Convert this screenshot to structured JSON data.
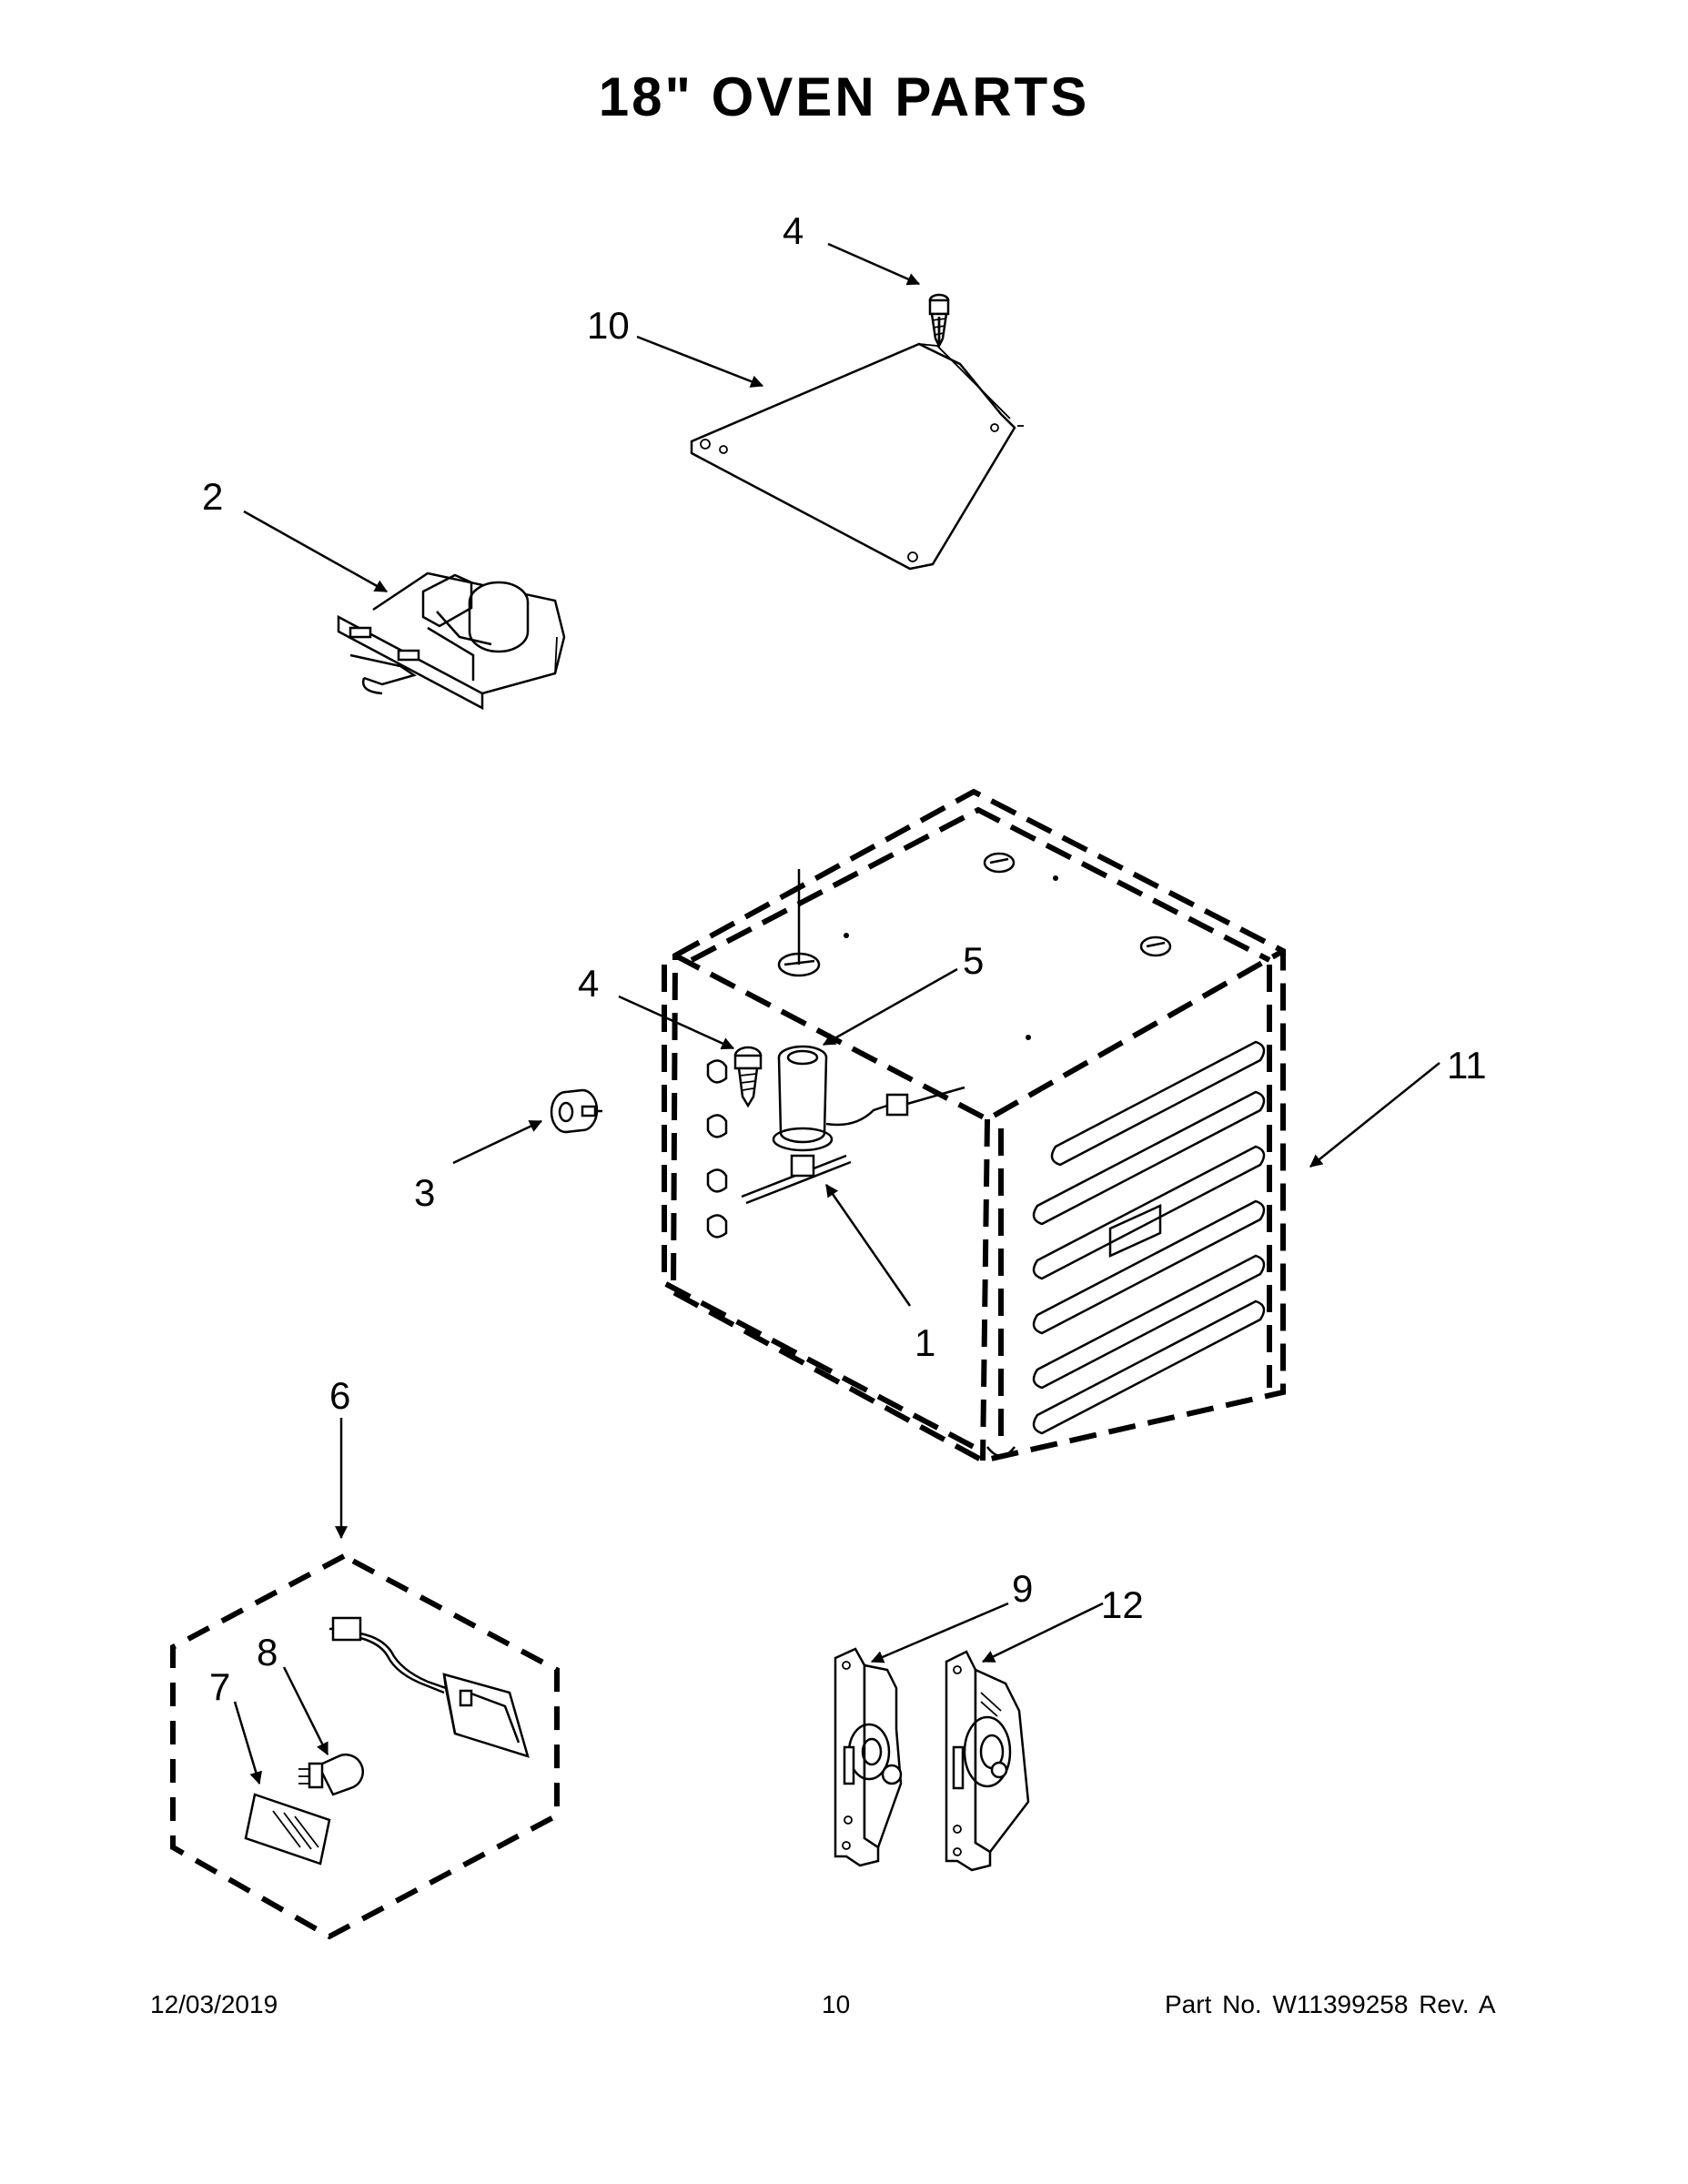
{
  "title": "18\" OVEN PARTS",
  "callouts": {
    "c1": "1",
    "c2": "2",
    "c3": "3",
    "c4a": "4",
    "c4b": "4",
    "c5": "5",
    "c6": "6",
    "c7": "7",
    "c8": "8",
    "c9": "9",
    "c10": "10",
    "c11": "11",
    "c12": "12"
  },
  "footer": {
    "date": "12/03/2019",
    "page": "10",
    "part": "Part No.  W11399258  Rev.  A"
  }
}
